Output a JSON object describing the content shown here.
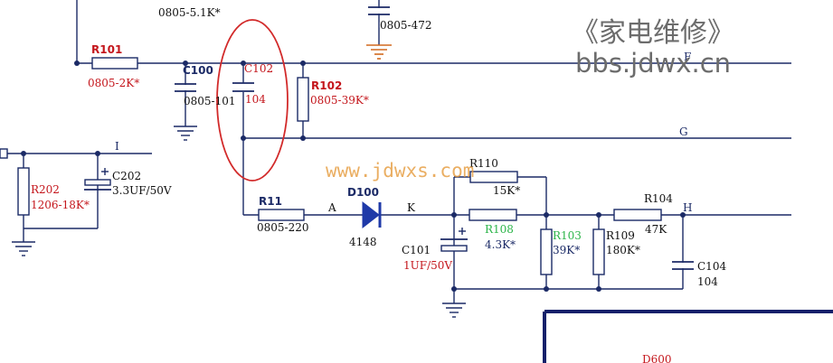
{
  "colors": {
    "wire": "#1b2a66",
    "designator_red": "#c4161c",
    "value_green": "#2db54a",
    "highlight_circle": "#d22a2a",
    "watermark_gray": "#6c6c6c",
    "watermark_orange": "#e59a3c"
  },
  "components": {
    "r213_value": "0805-5.1K*",
    "c472_value": "0805-472",
    "r101": {
      "designator": "R101",
      "value": "0805-2K*"
    },
    "c100": {
      "designator": "C100",
      "value": "0805-101"
    },
    "c102": {
      "designator": "C102",
      "value": "104"
    },
    "r102": {
      "designator": "R102",
      "value": "0805-39K*"
    },
    "c202": {
      "designator": "C202",
      "value": "3.3UF/50V"
    },
    "r202": {
      "designator": "R202",
      "value": "1206-18K*"
    },
    "r11": {
      "designator": "R11",
      "value": "0805-220"
    },
    "d100": {
      "designator": "D100",
      "value": "4148",
      "pin_a": "A",
      "pin_k": "K"
    },
    "r110": {
      "designator": "R110",
      "value": "15K*"
    },
    "r108": {
      "designator": "R108",
      "value": "4.3K*"
    },
    "c101": {
      "designator": "C101",
      "value": "1UF/50V"
    },
    "r103": {
      "designator": "R103",
      "value": "39K*"
    },
    "r109": {
      "designator": "R109",
      "value": "180K*"
    },
    "r104": {
      "designator": "R104",
      "value": "47K"
    },
    "c104": {
      "designator": "C104",
      "value": "104"
    }
  },
  "nets": {
    "f": "F",
    "g": "G",
    "h": "H",
    "i": "I"
  },
  "partial_label": "D600",
  "watermarks": {
    "forum_name": "《家电维修》",
    "forum_url": "bbs.jdwx.cn",
    "site_url": "www.jdwxs.com"
  }
}
